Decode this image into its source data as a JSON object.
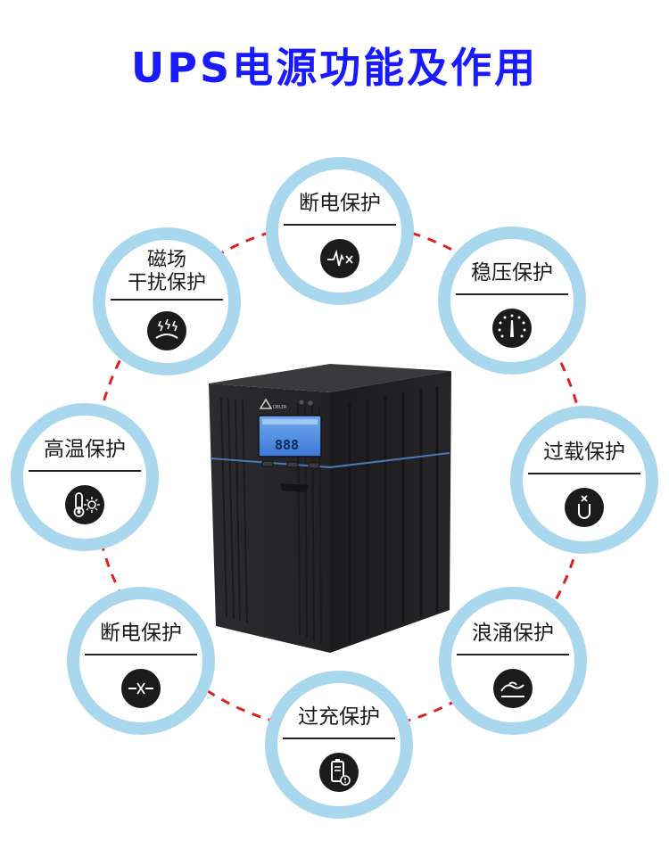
{
  "title": "UPS电源功能及作用",
  "features": [
    {
      "id": "top",
      "label": "断电保护",
      "icon": "pulse-cut-icon"
    },
    {
      "id": "top-right",
      "label": "稳压保护",
      "icon": "gauge-icon"
    },
    {
      "id": "right",
      "label": "过载保护",
      "icon": "overload-icon"
    },
    {
      "id": "bottom-right",
      "label": "浪涌保护",
      "icon": "surge-wave-icon"
    },
    {
      "id": "bottom",
      "label": "过充保护",
      "icon": "battery-alert-icon"
    },
    {
      "id": "bottom-left",
      "label": "断电保护",
      "icon": "broken-line-icon"
    },
    {
      "id": "left",
      "label": "高温保护",
      "icon": "thermometer-sun-icon"
    },
    {
      "id": "top-left",
      "label_line1": "磁场",
      "label_line2": "干扰保护",
      "icon": "magnetic-field-icon"
    }
  ],
  "ups": {
    "brand": "DELTA",
    "display_digits": "888"
  },
  "colors": {
    "title": "#1a1aff",
    "circle_border": "#a9d8ee",
    "dashed_ring": "#e02020",
    "icon_bg": "#1b1b1b",
    "ups_body": "#2a2a2c"
  }
}
